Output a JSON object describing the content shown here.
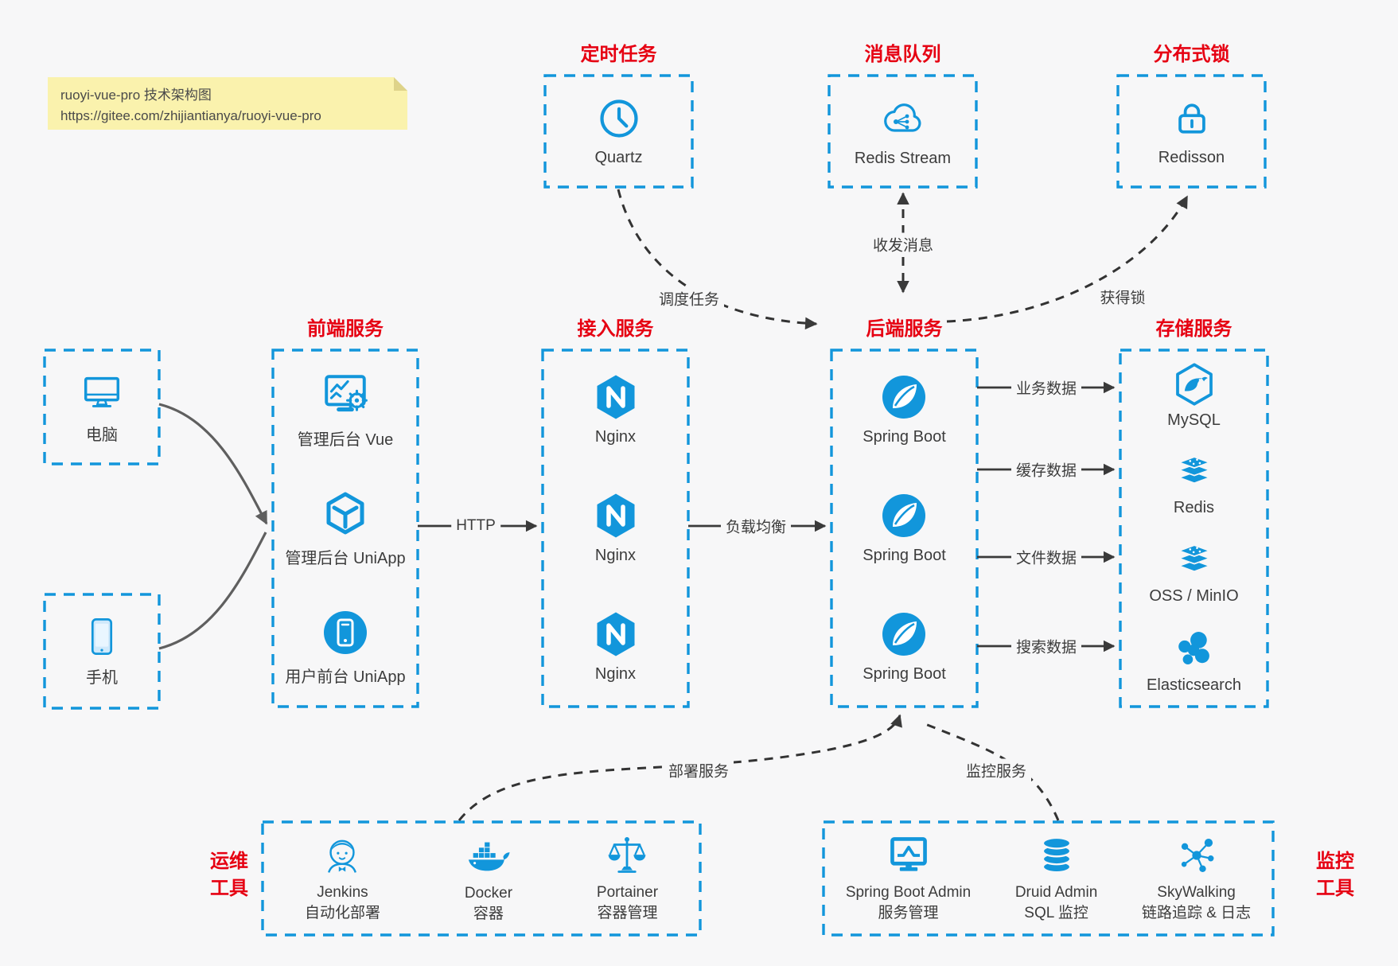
{
  "colors": {
    "accent": "#1296db",
    "danger": "#e60012",
    "note_bg": "#faf2ad",
    "arrow": "#3a3a3a"
  },
  "note": {
    "line1": "ruoyi-vue-pro 技术架构图",
    "line2": "https://gitee.com/zhijiantianya/ruoyi-vue-pro"
  },
  "top_groups": [
    {
      "title": "定时任务",
      "item": {
        "label": "Quartz",
        "icon": "clock-icon"
      }
    },
    {
      "title": "消息队列",
      "item": {
        "label": "Redis Stream",
        "icon": "message-cloud-icon"
      }
    },
    {
      "title": "分布式锁",
      "item": {
        "label": "Redisson",
        "icon": "lock-icon"
      }
    }
  ],
  "devices": [
    {
      "label": "电脑",
      "icon": "desktop-icon"
    },
    {
      "label": "手机",
      "icon": "smartphone-icon"
    }
  ],
  "columns": {
    "frontend": {
      "title": "前端服务",
      "items": [
        {
          "label": "管理后台 Vue",
          "icon": "admin-vue-icon"
        },
        {
          "label": "管理后台 UniApp",
          "icon": "uniapp-cube-icon"
        },
        {
          "label": "用户前台 UniApp",
          "icon": "user-app-icon"
        }
      ]
    },
    "gateway": {
      "title": "接入服务",
      "items": [
        {
          "label": "Nginx",
          "icon": "nginx-icon"
        },
        {
          "label": "Nginx",
          "icon": "nginx-icon"
        },
        {
          "label": "Nginx",
          "icon": "nginx-icon"
        }
      ]
    },
    "backend": {
      "title": "后端服务",
      "items": [
        {
          "label": "Spring Boot",
          "icon": "spring-boot-icon"
        },
        {
          "label": "Spring Boot",
          "icon": "spring-boot-icon"
        },
        {
          "label": "Spring Boot",
          "icon": "spring-boot-icon"
        }
      ]
    },
    "storage": {
      "title": "存储服务",
      "items": [
        {
          "label": "MySQL",
          "icon": "mysql-icon"
        },
        {
          "label": "Redis",
          "icon": "redis-icon"
        },
        {
          "label": "OSS / MinIO",
          "icon": "oss-minio-icon"
        },
        {
          "label": "Elasticsearch",
          "icon": "elasticsearch-icon"
        }
      ]
    }
  },
  "bottom_groups": {
    "ops": {
      "title_line1": "运维",
      "title_line2": "工具",
      "items": [
        {
          "name": "Jenkins",
          "desc": "自动化部署",
          "icon": "jenkins-icon"
        },
        {
          "name": "Docker",
          "desc": "容器",
          "icon": "docker-icon"
        },
        {
          "name": "Portainer",
          "desc": "容器管理",
          "icon": "portainer-icon"
        }
      ]
    },
    "monitor": {
      "title_line1": "监控",
      "title_line2": "工具",
      "items": [
        {
          "name": "Spring Boot Admin",
          "desc": "服务管理",
          "icon": "spring-boot-admin-icon"
        },
        {
          "name": "Druid Admin",
          "desc": "SQL 监控",
          "icon": "druid-icon"
        },
        {
          "name": "SkyWalking",
          "desc": "链路追踪 & 日志",
          "icon": "skywalking-icon"
        }
      ]
    }
  },
  "edges": {
    "http": "HTTP",
    "load_balance": "负载均衡",
    "business_data": "业务数据",
    "cache_data": "缓存数据",
    "file_data": "文件数据",
    "search_data": "搜索数据",
    "schedule_task": "调度任务",
    "send_receive_msg": "收发消息",
    "acquire_lock": "获得锁",
    "deploy_service": "部署服务",
    "monitor_service": "监控服务"
  }
}
